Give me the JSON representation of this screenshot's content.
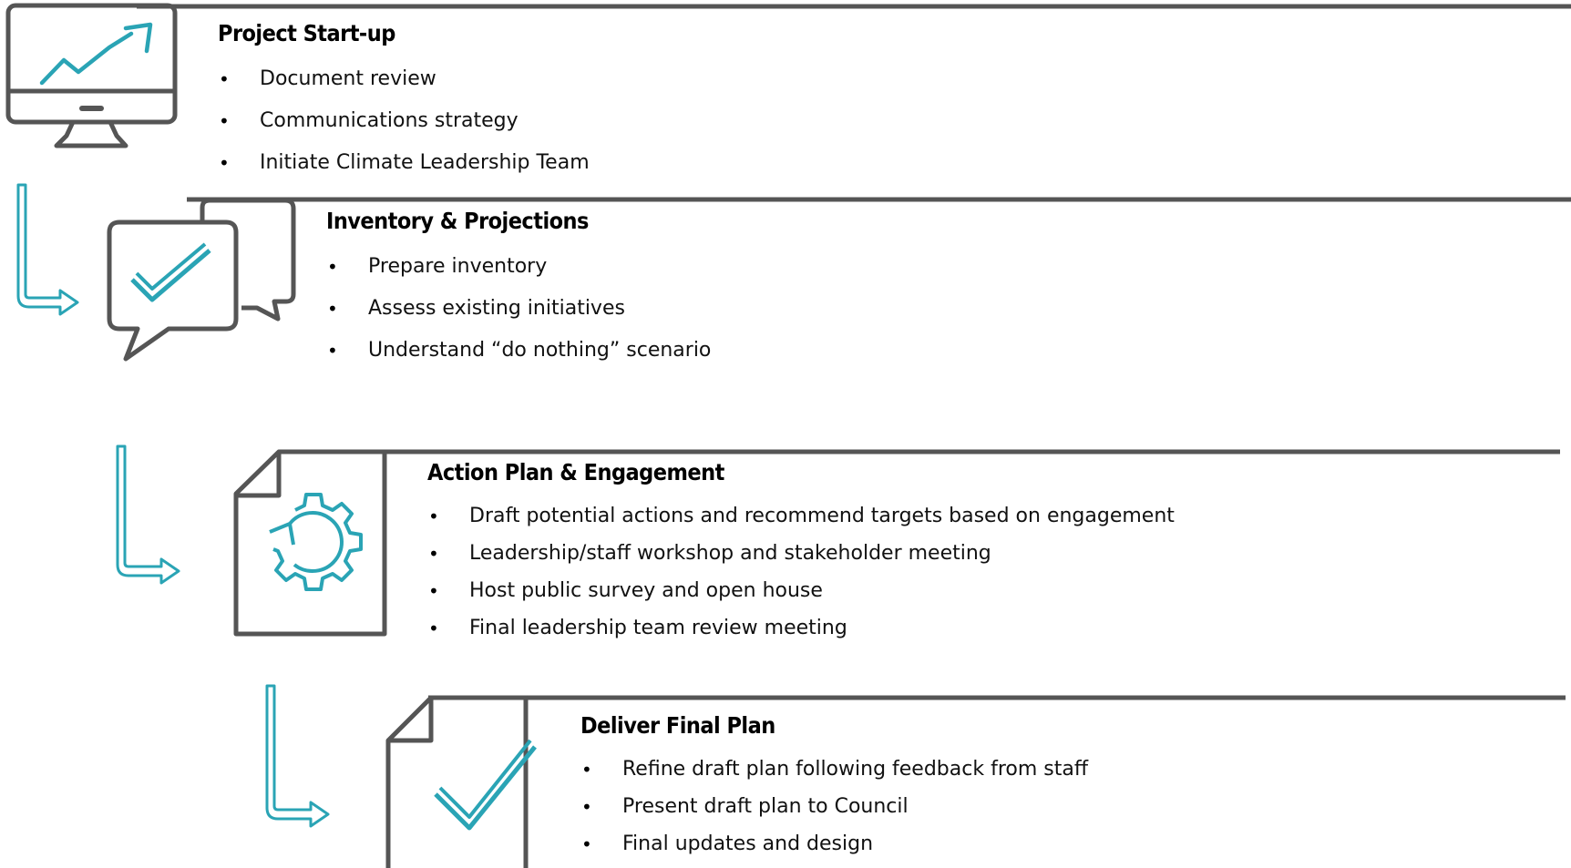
{
  "colors": {
    "teal": "#2aa4b5",
    "gray": "#555555"
  },
  "stages": [
    {
      "title": "Project Start-up",
      "icon": "monitor-chart-icon",
      "items": [
        "Document review",
        "Communications strategy",
        "Initiate Climate Leadership Team"
      ]
    },
    {
      "title": "Inventory & Projections",
      "icon": "speech-bubbles-check-icon",
      "items": [
        "Prepare inventory",
        "Assess existing initiatives",
        "Understand “do nothing” scenario"
      ]
    },
    {
      "title": "Action Plan & Engagement",
      "icon": "document-gear-icon",
      "items": [
        "Draft potential actions and recommend targets based on engagement",
        "Leadership/staff workshop and stakeholder meeting",
        "Host public survey and open house",
        "Final leadership team review meeting"
      ]
    },
    {
      "title": "Deliver Final Plan",
      "icon": "document-check-icon",
      "items": [
        "Refine draft plan following feedback from staff",
        "Present draft plan to Council",
        "Final updates and design"
      ]
    }
  ]
}
